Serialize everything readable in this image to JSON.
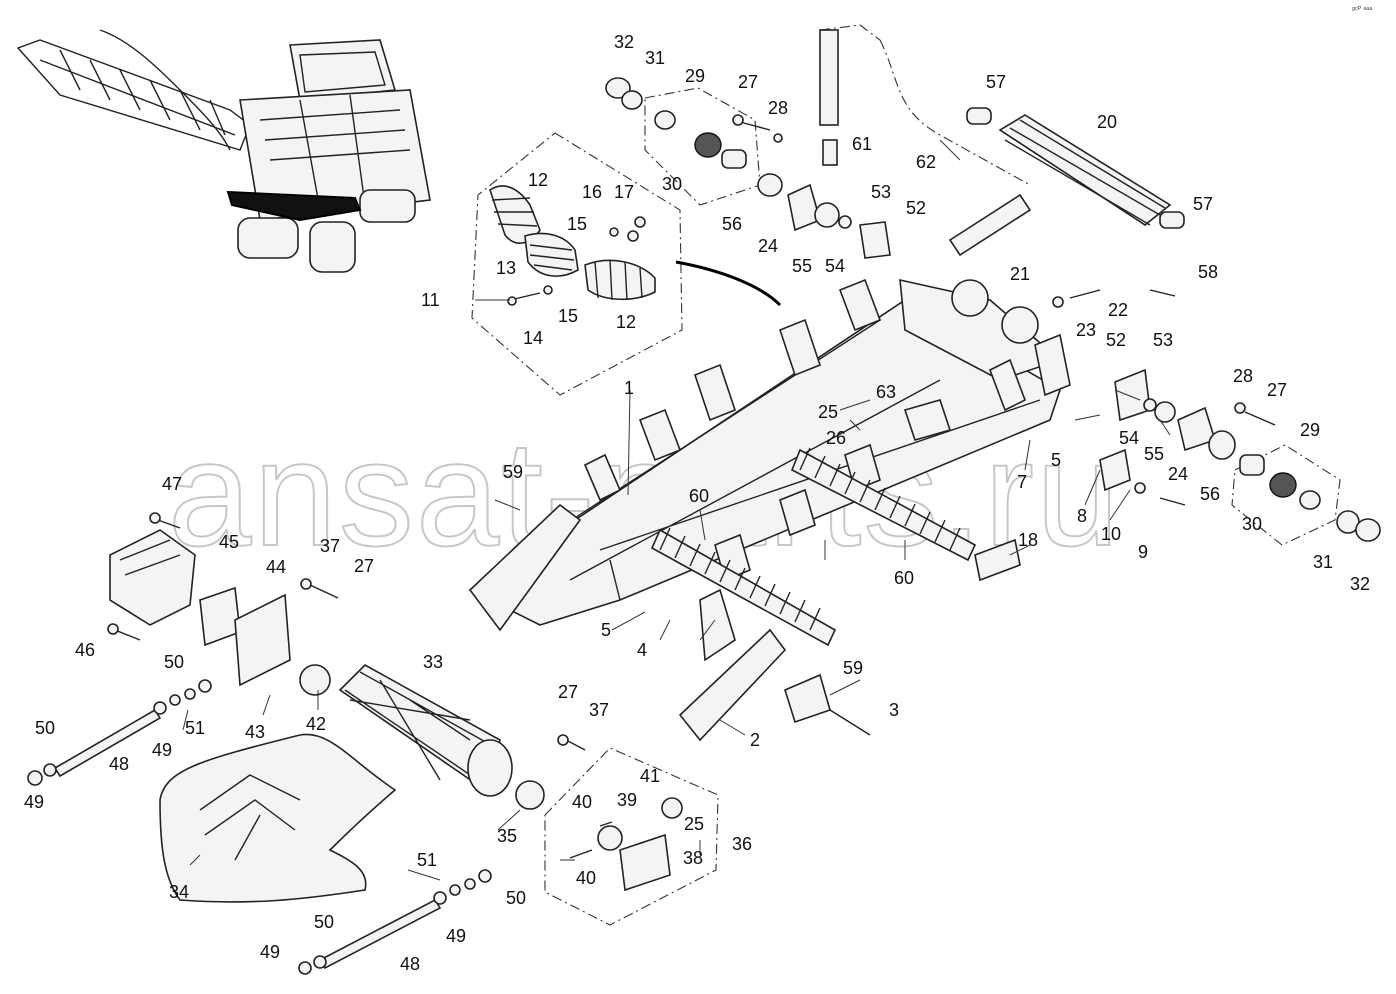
{
  "watermark": "ansat-parts.ru",
  "corner_mark": "ᵍᶜᴾ ᵃᵃᵃ",
  "callouts": [
    {
      "id": "c32a",
      "text": "32"
    },
    {
      "id": "c31a",
      "text": "31"
    },
    {
      "id": "c29a",
      "text": "29"
    },
    {
      "id": "c27a",
      "text": "27"
    },
    {
      "id": "c28a",
      "text": "28"
    },
    {
      "id": "c57a",
      "text": "57"
    },
    {
      "id": "c20",
      "text": "20"
    },
    {
      "id": "c61",
      "text": "61"
    },
    {
      "id": "c62",
      "text": "62"
    },
    {
      "id": "c30a",
      "text": "30"
    },
    {
      "id": "c12a",
      "text": "12"
    },
    {
      "id": "c16",
      "text": "16"
    },
    {
      "id": "c17",
      "text": "17"
    },
    {
      "id": "c15a",
      "text": "15"
    },
    {
      "id": "c13",
      "text": "13"
    },
    {
      "id": "c11",
      "text": "11"
    },
    {
      "id": "c15b",
      "text": "15"
    },
    {
      "id": "c12b",
      "text": "12"
    },
    {
      "id": "c14",
      "text": "14"
    },
    {
      "id": "c56a",
      "text": "56"
    },
    {
      "id": "c24a",
      "text": "24"
    },
    {
      "id": "c55a",
      "text": "55"
    },
    {
      "id": "c54a",
      "text": "54"
    },
    {
      "id": "c53a",
      "text": "53"
    },
    {
      "id": "c52a",
      "text": "52"
    },
    {
      "id": "c57b",
      "text": "57"
    },
    {
      "id": "c21",
      "text": "21"
    },
    {
      "id": "c58",
      "text": "58"
    },
    {
      "id": "c22",
      "text": "22"
    },
    {
      "id": "c23",
      "text": "23"
    },
    {
      "id": "c52b",
      "text": "52"
    },
    {
      "id": "c53b",
      "text": "53"
    },
    {
      "id": "c28b",
      "text": "28"
    },
    {
      "id": "c27b",
      "text": "27"
    },
    {
      "id": "c29b",
      "text": "29"
    },
    {
      "id": "c1",
      "text": "1"
    },
    {
      "id": "c25a",
      "text": "25"
    },
    {
      "id": "c63",
      "text": "63"
    },
    {
      "id": "c26",
      "text": "26"
    },
    {
      "id": "c54b",
      "text": "54"
    },
    {
      "id": "c55b",
      "text": "55"
    },
    {
      "id": "c24b",
      "text": "24"
    },
    {
      "id": "c56b",
      "text": "56"
    },
    {
      "id": "c5a",
      "text": "5"
    },
    {
      "id": "c7",
      "text": "7"
    },
    {
      "id": "c8",
      "text": "8"
    },
    {
      "id": "c10",
      "text": "10"
    },
    {
      "id": "c9",
      "text": "9"
    },
    {
      "id": "c30b",
      "text": "30"
    },
    {
      "id": "c31b",
      "text": "31"
    },
    {
      "id": "c32b",
      "text": "32"
    },
    {
      "id": "c59a",
      "text": "59"
    },
    {
      "id": "c60a",
      "text": "60"
    },
    {
      "id": "c60b",
      "text": "60"
    },
    {
      "id": "c18",
      "text": "18"
    },
    {
      "id": "c47",
      "text": "47"
    },
    {
      "id": "c45",
      "text": "45"
    },
    {
      "id": "c44",
      "text": "44"
    },
    {
      "id": "c37a",
      "text": "37"
    },
    {
      "id": "c27c",
      "text": "27"
    },
    {
      "id": "c46",
      "text": "46"
    },
    {
      "id": "c5b",
      "text": "5"
    },
    {
      "id": "c4",
      "text": "4"
    },
    {
      "id": "c50a",
      "text": "50"
    },
    {
      "id": "c33",
      "text": "33"
    },
    {
      "id": "c59b",
      "text": "59"
    },
    {
      "id": "c51a",
      "text": "51"
    },
    {
      "id": "c49a",
      "text": "49"
    },
    {
      "id": "c43",
      "text": "43"
    },
    {
      "id": "c42",
      "text": "42"
    },
    {
      "id": "c50b",
      "text": "50"
    },
    {
      "id": "c48a",
      "text": "48"
    },
    {
      "id": "c49b",
      "text": "49"
    },
    {
      "id": "c27d",
      "text": "27"
    },
    {
      "id": "c37b",
      "text": "37"
    },
    {
      "id": "c3",
      "text": "3"
    },
    {
      "id": "c2",
      "text": "2"
    },
    {
      "id": "c41",
      "text": "41"
    },
    {
      "id": "c40a",
      "text": "40"
    },
    {
      "id": "c39",
      "text": "39"
    },
    {
      "id": "c25b",
      "text": "25"
    },
    {
      "id": "c36",
      "text": "36"
    },
    {
      "id": "c35",
      "text": "35"
    },
    {
      "id": "c38",
      "text": "38"
    },
    {
      "id": "c34",
      "text": "34"
    },
    {
      "id": "c40b",
      "text": "40"
    },
    {
      "id": "c51b",
      "text": "51"
    },
    {
      "id": "c50c",
      "text": "50"
    },
    {
      "id": "c49c",
      "text": "49"
    },
    {
      "id": "c50d",
      "text": "50"
    },
    {
      "id": "c49d",
      "text": "49"
    },
    {
      "id": "c48b",
      "text": "48"
    }
  ]
}
